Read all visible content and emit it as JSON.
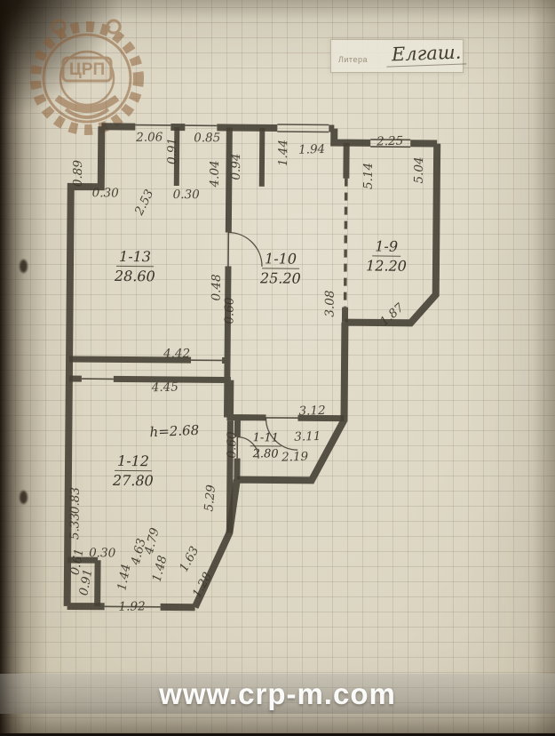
{
  "stamp": {
    "label": "Литера",
    "value": "Елгаш."
  },
  "logo": {
    "abbr": "ЦРП"
  },
  "footer": {
    "watermark": "www.crp-m.com"
  },
  "note": {
    "ceiling_height": "h=2.68"
  },
  "rooms": {
    "r13": {
      "id": "1-13",
      "area": "28.60"
    },
    "r10": {
      "id": "1-10",
      "area": "25.20"
    },
    "r9": {
      "id": "1-9",
      "area": "12.20"
    },
    "r11": {
      "id": "1-11",
      "area": "2.80"
    },
    "r12": {
      "id": "1-12",
      "area": "27.80"
    }
  },
  "dims": {
    "top_206": "2.06",
    "top_085": "0.85",
    "top_091": "0.91",
    "top_404": "4.04",
    "top_094": "0.94",
    "top_144": "1.44",
    "top_194": "1.94",
    "top_225": "2.25",
    "left_089": "0.89",
    "left_030": "0.30",
    "mid_253": "2.53",
    "mid_030": "0.30",
    "right_514": "5.14",
    "right_504": "5.04",
    "door_048": "0.48",
    "door_060": "0.60",
    "wall_308": "3.08",
    "cham_187": "1.87",
    "band_442": "4.42",
    "band_445": "4.45",
    "r11_312": "3.12",
    "r11_311": "3.11",
    "r11_219": "2.19",
    "r11_060": "0.60",
    "r12_529": "5.29",
    "left_083": "0.83",
    "left_533": "5.33",
    "bot_030": "0.30",
    "bot_061": "0.61",
    "bot_144": "1.44",
    "bot_091": "0.91",
    "bot_192": "1.92",
    "bot_463": "4.63",
    "bot_479": "4.79",
    "bot_148": "1.48",
    "bot_163": "1.63",
    "bot_128": "1.28"
  }
}
